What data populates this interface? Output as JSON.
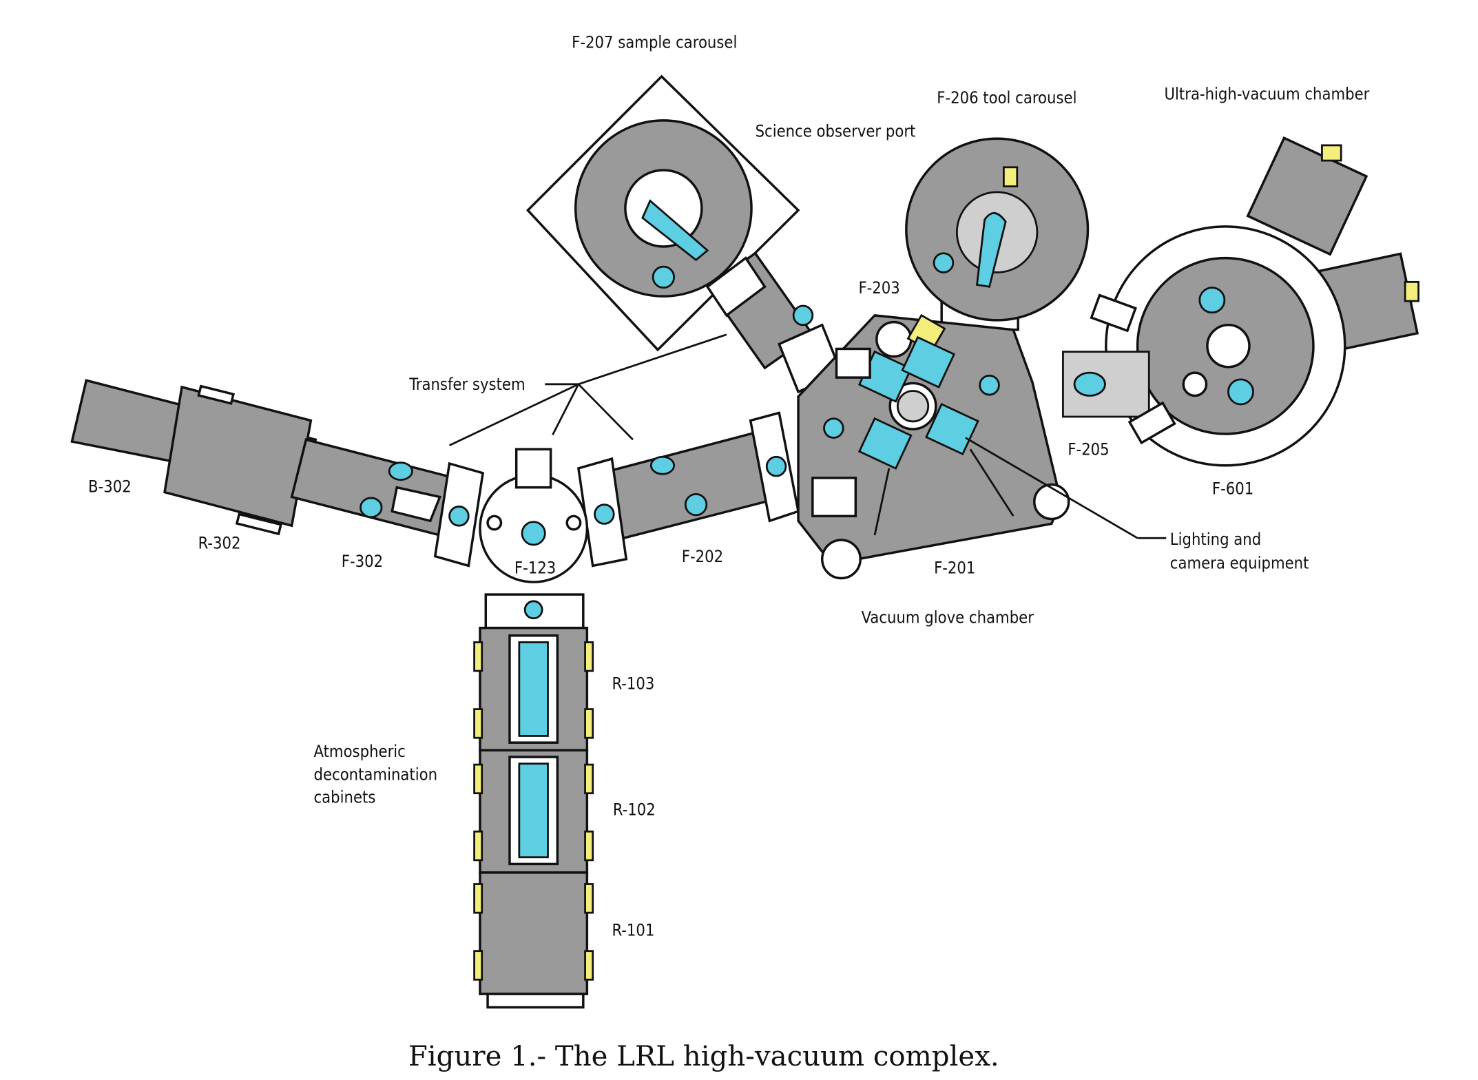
{
  "labels": {
    "f207": "F-207 sample carousel",
    "science_port": "Science observer port",
    "f206": "F-206 tool carousel",
    "uhv": "Ultra-high-vacuum chamber",
    "f203": "F-203",
    "transfer": "Transfer system",
    "b302": "B-302",
    "r302": "R-302",
    "f302": "F-302",
    "f123": "F-123",
    "f202": "F-202",
    "f201": "F-201",
    "f205": "F-205",
    "f601": "F-601",
    "lighting_1": "Lighting and",
    "lighting_2": "camera equipment",
    "glove": "Vacuum glove chamber",
    "r103": "R-103",
    "r102": "R-102",
    "r101": "R-101",
    "atmo_1": "Atmospheric",
    "atmo_2": "decontamination",
    "atmo_3": "cabinets"
  },
  "caption": "Figure 1.- The LRL high-vacuum complex.",
  "colors": {
    "chamber": "#9a9a9a",
    "window": "#5ecfe2",
    "fitting": "#f4ee7c"
  }
}
